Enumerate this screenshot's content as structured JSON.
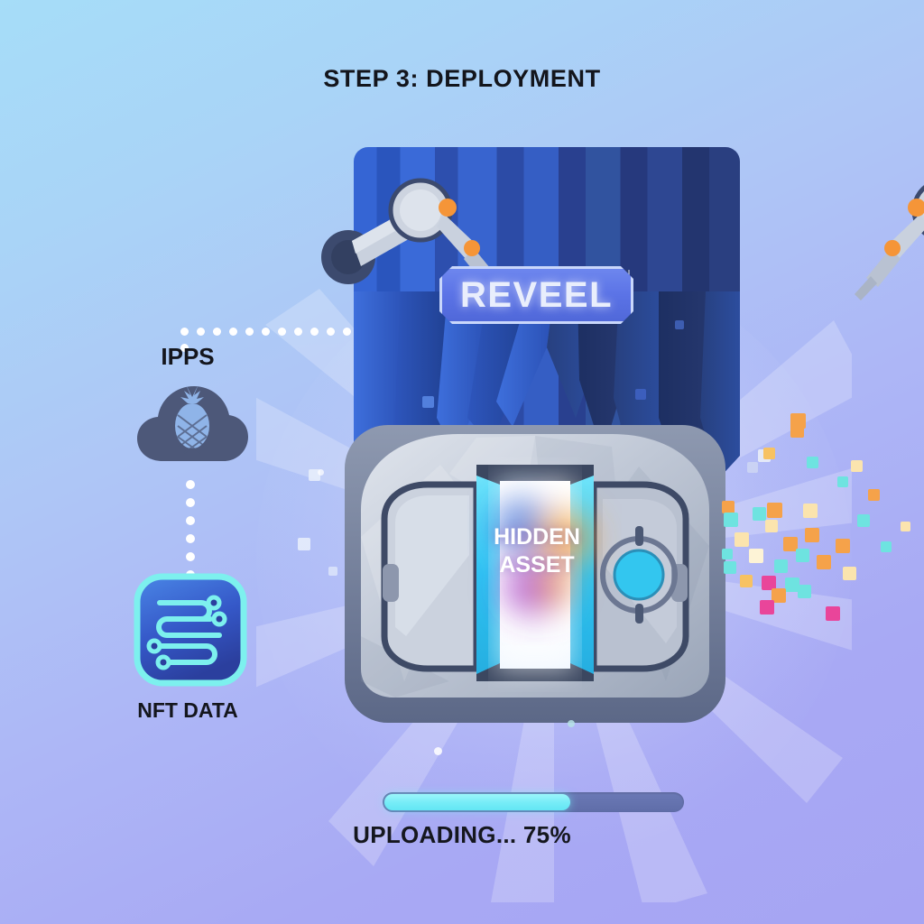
{
  "page": {
    "title": "STEP 3: DEPLOYMENT",
    "background_top": "#a6ddf8",
    "background_bottom": "#a6a4f3"
  },
  "curtain": {
    "name": "stage-curtain",
    "color_light": "#3a6ad8",
    "color_dark": "#23356f"
  },
  "sign": {
    "label": "REVEEL",
    "fill": "#5b73e6",
    "border": "#c9d7fb"
  },
  "robot_arms": {
    "left_label": "left-robot-arm",
    "right_label": "right-robot-arm",
    "joint_color": "#f59538",
    "segment_color": "#c3cbda",
    "base_color": "#3c4a6e"
  },
  "vault": {
    "name": "security-vault",
    "body_color": "#b9c2cf",
    "accent_color": "#3fd0f5",
    "handle_color": "#33c6ef",
    "screen_text_line1": "HIDDEN",
    "screen_text_line2": "ASSET"
  },
  "storage": {
    "label": "IPPS",
    "icon": "cloud-pineapple-icon",
    "cloud_color": "#4d5879",
    "pineapple_color": "#8fb4e8"
  },
  "nft": {
    "label": "NFT DATA",
    "icon": "nft-circuit-icon",
    "tile_gradient_top": "#3f7ce0",
    "tile_gradient_bottom": "#2b3f9e",
    "border_color": "#7df0ee"
  },
  "progress": {
    "label": "UPLOADING... 75%",
    "percent": 75,
    "fill_color": "#75ecf7",
    "track_color": "#6b79b6"
  },
  "confetti": {
    "colors": [
      "#f5a24a",
      "#6ee3e0",
      "#fbe4ae",
      "#e9459a",
      "#ffffff",
      "#f7c263"
    ],
    "count": 42
  }
}
